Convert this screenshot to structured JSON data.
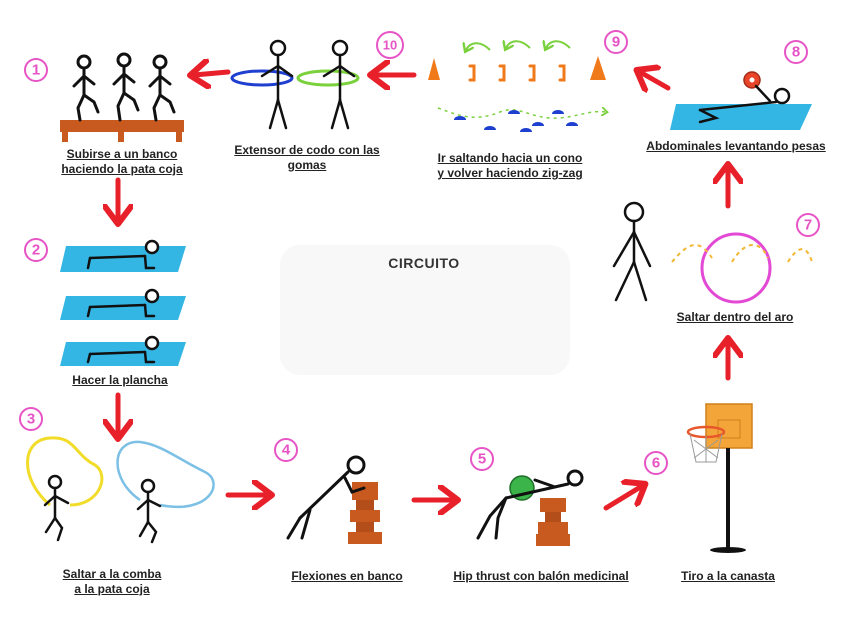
{
  "title": "CIRCUITO",
  "colors": {
    "arrow": "#e8202a",
    "number": "#e754c6",
    "mat": "#34b6e4",
    "bench": "#c85a1f",
    "cone": "#f07a1a",
    "hoop_blue": "#1e3fcf",
    "hoop_green": "#7ad13c",
    "rope_yellow": "#f2dc2a",
    "rope_blue": "#7cc0e6",
    "hoop_pink": "#e24ad6",
    "ball_green": "#3bb54a",
    "backboard": "#f3a53a"
  },
  "stations": [
    {
      "number": "1",
      "label_lines": [
        "Subirse a un banco",
        "haciendo la pata coja"
      ]
    },
    {
      "number": "2",
      "label_lines": [
        "Hacer la plancha"
      ]
    },
    {
      "number": "3",
      "label_lines": [
        "Saltar a la comba",
        "a la pata coja"
      ]
    },
    {
      "number": "4",
      "label_lines": [
        "Flexiones en banco"
      ]
    },
    {
      "number": "5",
      "label_lines": [
        "Hip thrust con balón medicinal"
      ]
    },
    {
      "number": "6",
      "label_lines": [
        "Tiro a la canasta"
      ]
    },
    {
      "number": "7",
      "label_lines": [
        "Saltar dentro del aro"
      ]
    },
    {
      "number": "8",
      "label_lines": [
        "Abdominales levantando pesas"
      ]
    },
    {
      "number": "9",
      "label_lines": [
        "Ir saltando hacia un cono",
        "y volver haciendo zig-zag"
      ]
    },
    {
      "number": "10",
      "label_lines": [
        "Extensor de codo con las",
        "gomas"
      ]
    }
  ]
}
